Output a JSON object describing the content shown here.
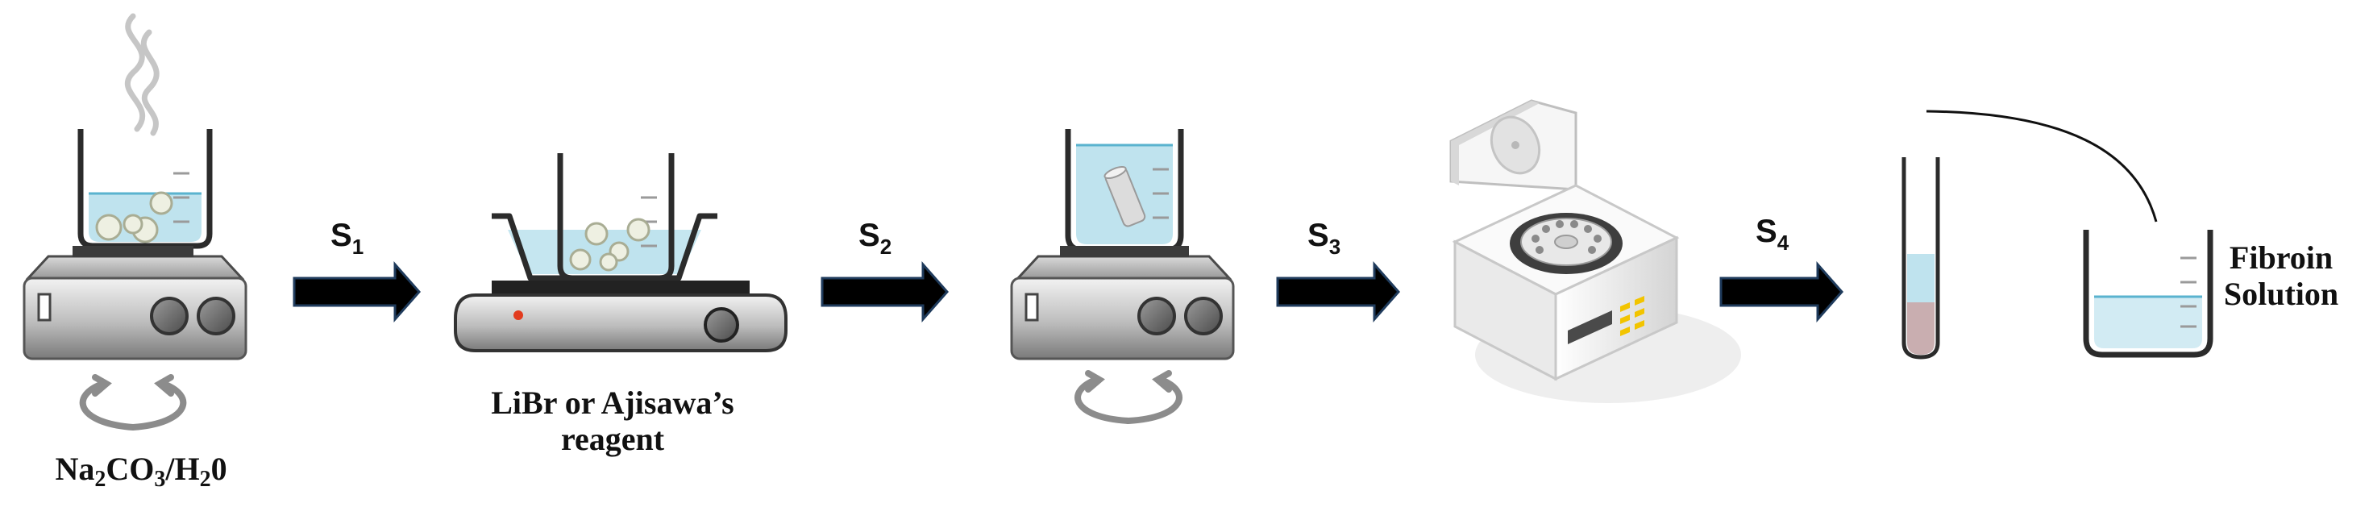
{
  "steps": {
    "s1": {
      "letter": "S",
      "index": "1"
    },
    "s2": {
      "letter": "S",
      "index": "2"
    },
    "s3": {
      "letter": "S",
      "index": "3"
    },
    "s4": {
      "letter": "S",
      "index": "4"
    }
  },
  "labels": {
    "carbonate": {
      "na": "Na",
      "na_sub": "2",
      "co": "CO",
      "co_sub": "3",
      "slash_h": "/H",
      "h_sub": "2",
      "zero": "0"
    },
    "reagent_line1": "LiBr or Ajisawa’s",
    "reagent_line2": "reagent",
    "fibroin_line1": "Fibroin",
    "fibroin_line2": "Solution"
  },
  "colors": {
    "arrow": "#000000",
    "arrow_edge": "#1f3b5c",
    "water": "#bfe3ee",
    "water_line": "#5ab3cf",
    "metal_light": "#e8e8e8",
    "metal_dark": "#5a5a5a",
    "sediment": "#c9aeb0",
    "led": "#e23b1e",
    "display_amber": "#f2c400"
  },
  "icons": [
    "heat-steam-icon",
    "stir-rotation-icon",
    "hot-plate-icon",
    "water-bath-icon",
    "beaker-icon",
    "centrifuge-icon",
    "test-tube-icon"
  ]
}
